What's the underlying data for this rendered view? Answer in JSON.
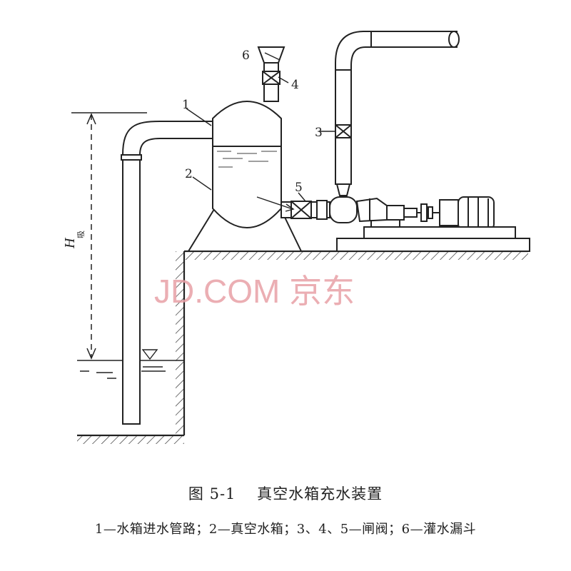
{
  "figure": {
    "title": "图 5-1　 真空水箱充水装置",
    "legend": "1—水箱进水管路；2—真空水箱；3、4、5—闸阀；6—灌水漏斗"
  },
  "labels": {
    "l1": "1",
    "l2": "2",
    "l3": "3",
    "l4": "4",
    "l5": "5",
    "l6": "6",
    "h_main": "H",
    "h_sub": "吸"
  },
  "watermark": "JD.COM 京东",
  "colors": {
    "line": "#222222",
    "watermark": "#e8a0a6"
  },
  "icons": [
    "water-level-triangle-icon",
    "gate-valve-icon",
    "pump-icon",
    "motor-icon",
    "funnel-icon"
  ]
}
